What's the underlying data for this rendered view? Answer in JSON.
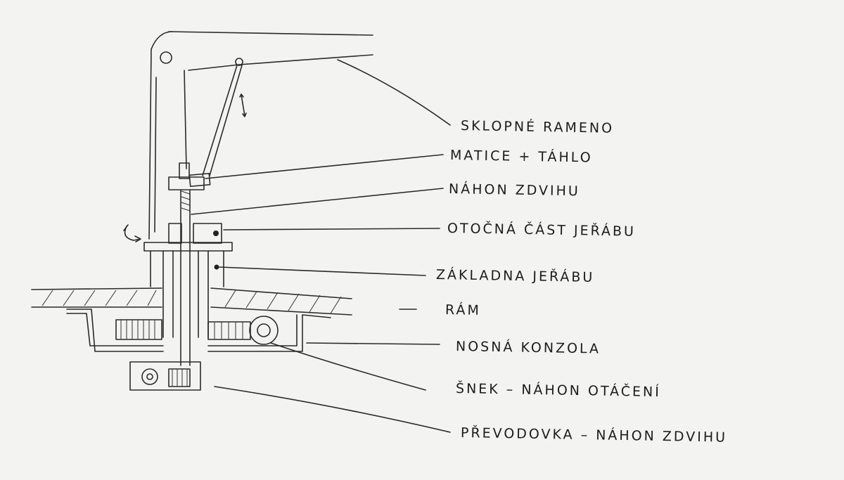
{
  "labels": {
    "boom": "SKLOPNÉ RAMENO",
    "nut_rod": "MATICE + TÁHLO",
    "lift_drive": "NÁHON ZDVIHU",
    "rotating_part": "OTOČNÁ ČÁST JEŘÁBU",
    "crane_base": "ZÁKLADNA JEŘÁBU",
    "frame": "RÁM",
    "support_bracket": "NOSNÁ KONZOLA",
    "worm": "ŠNEK – NÁHON OTÁČENÍ",
    "gearbox": "PŘEVODOVKA – NÁHON ZDVIHU"
  }
}
